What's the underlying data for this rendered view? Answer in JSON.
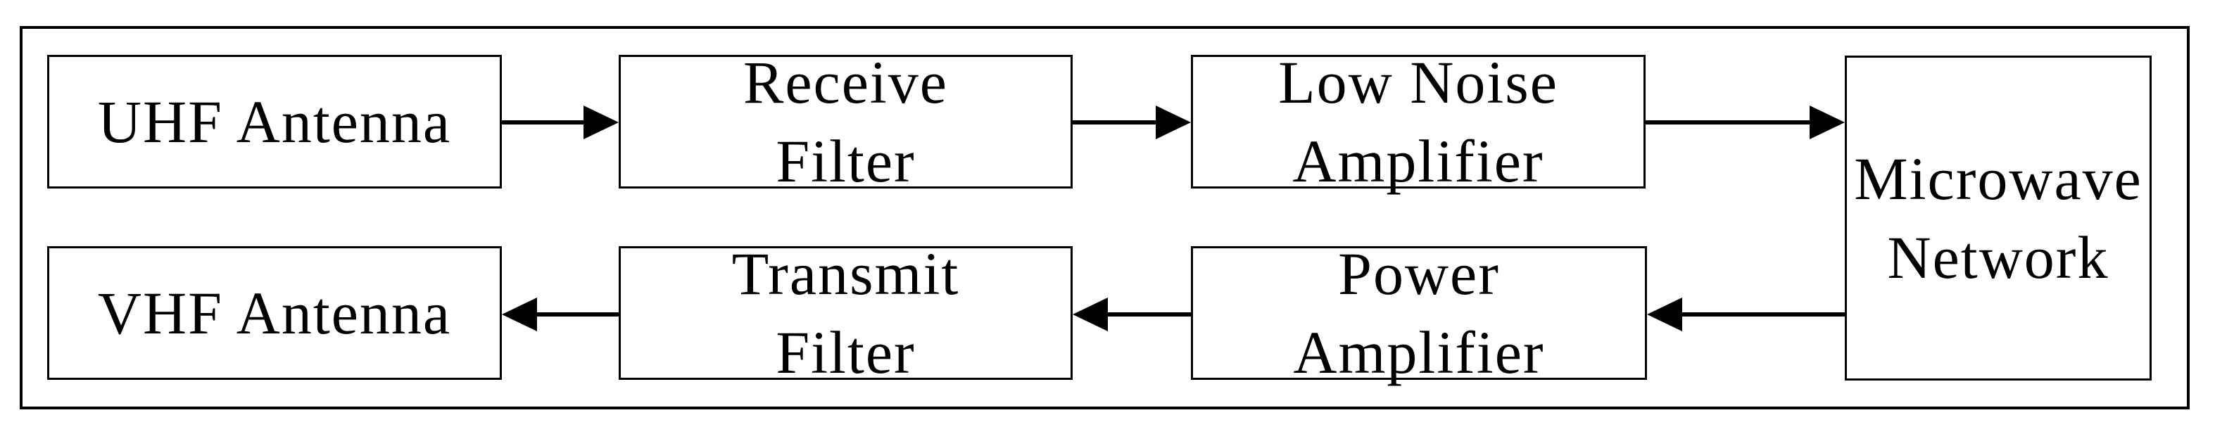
{
  "diagram": {
    "type": "block-diagram",
    "background_color": "#ffffff",
    "line_color": "#000000",
    "text_color": "#000000",
    "blocks": {
      "uhf_antenna": {
        "label": "UHF Antenna"
      },
      "receive_filter": {
        "line1": "Receive",
        "line2": "Filter"
      },
      "low_noise_amplifier": {
        "line1": "Low Noise",
        "line2": "Amplifier"
      },
      "microwave_network": {
        "line1": "Microwave",
        "line2": "Network"
      },
      "vhf_antenna": {
        "label": "VHF Antenna"
      },
      "transmit_filter": {
        "line1": "Transmit",
        "line2": "Filter"
      },
      "power_amplifier": {
        "line1": "Power",
        "line2": "Amplifier"
      }
    },
    "connections": [
      {
        "from": "UHF Antenna",
        "to": "Receive Filter",
        "direction": "right"
      },
      {
        "from": "Receive Filter",
        "to": "Low Noise Amplifier",
        "direction": "right"
      },
      {
        "from": "Low Noise Amplifier",
        "to": "Microwave Network",
        "direction": "right"
      },
      {
        "from": "Microwave Network",
        "to": "Power Amplifier",
        "direction": "left"
      },
      {
        "from": "Power Amplifier",
        "to": "Transmit Filter",
        "direction": "left"
      },
      {
        "from": "Transmit Filter",
        "to": "VHF Antenna",
        "direction": "left"
      }
    ]
  }
}
